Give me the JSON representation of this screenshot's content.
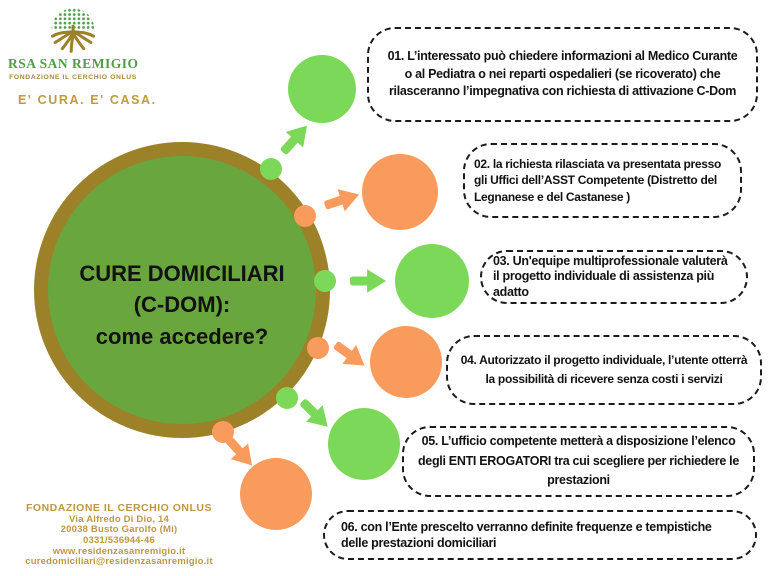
{
  "org": {
    "name": "RSA SAN REMIGIO",
    "subtitle": "FONDAZIONE IL CERCHIO ONLUS",
    "tagline": "E' CURA. E' CASA.",
    "logo_icon": "tree-roots-icon"
  },
  "central_topic": {
    "line1": "CURE DOMICILIARI",
    "line2": "(C-DOM):",
    "line3": "come accedere?"
  },
  "steps": [
    {
      "id": "01",
      "bubble_color": "#7CD858",
      "text": "01. L’interessato può chiedere informazioni al Medico Curante o al Pediatra o nei reparti ospedalieri (se ricoverato) che rilasceranno l’impegnativa con richiesta di attivazione C-Dom"
    },
    {
      "id": "02",
      "bubble_color": "#F89B5D",
      "text": "02. la richiesta rilasciata va presentata presso gli Uffici dell’ASST Competente (Distretto del Legnanese e del Castanese )"
    },
    {
      "id": "03",
      "bubble_color": "#7CD858",
      "text": "03. Un'equipe multiprofessionale valuterà il progetto individuale di assistenza più adatto"
    },
    {
      "id": "04",
      "bubble_color": "#F89B5D",
      "text": "04. Autorizzato il progetto individuale, l’utente otterrà la possibilità di ricevere senza costi i servizi"
    },
    {
      "id": "05",
      "bubble_color": "#7CD858",
      "text": "05. L’ufficio competente metterà a disposizione l’elenco degli ENTI EROGATORI tra cui scegliere per richiedere le prestazioni"
    },
    {
      "id": "06",
      "bubble_color": "#F89B5D",
      "text": "06. con l’Ente prescelto verranno definite frequenze e tempistiche delle prestazioni domiciliari"
    }
  ],
  "contact": {
    "line1": "FONDAZIONE IL CERCHIO ONLUS",
    "line2": "Via Alfredo Di Dio, 14",
    "line3": "20038 Busto Garolfo (Mi)",
    "line4": "0331/536944-46",
    "line5": "www.residenzasanremigio.it",
    "line6": "curedomiciliari@residenzasanremigio.it"
  },
  "colors": {
    "bright_green": "#7CD858",
    "orange": "#F89B5D",
    "central_green": "#69A63E",
    "ring_gold": "#9C8129",
    "logo_green": "#4E9E47",
    "text_gold": "#BD9840"
  }
}
